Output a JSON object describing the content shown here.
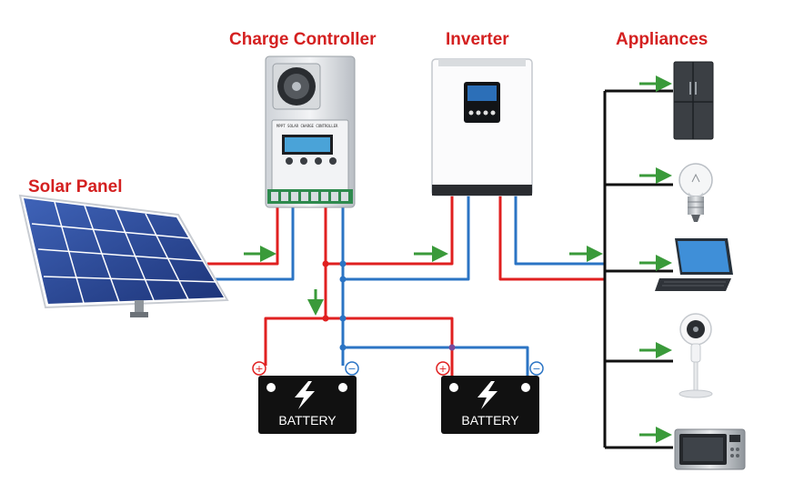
{
  "labels": {
    "solar_panel": "Solar Panel",
    "charge_controller": "Charge Controller",
    "inverter": "Inverter",
    "appliances": "Appliances"
  },
  "controller": {
    "panel_text": "MPPT SOLAR CHARGE CONTROLLER"
  },
  "batteries": [
    {
      "label": "BATTERY",
      "pos_symbol": "+",
      "neg_symbol": "−"
    },
    {
      "label": "BATTERY",
      "pos_symbol": "+",
      "neg_symbol": "−"
    }
  ],
  "appliance_icons": [
    "refrigerator-icon",
    "light-bulb-icon",
    "tablet-icon",
    "fan-icon",
    "microwave-icon"
  ],
  "colors": {
    "title": "#d42020",
    "positive_wire": "#e02020",
    "negative_wire": "#2b74c4",
    "ac_wire": "#111111",
    "arrow": "#3a9a3a",
    "battery": "#111111"
  }
}
